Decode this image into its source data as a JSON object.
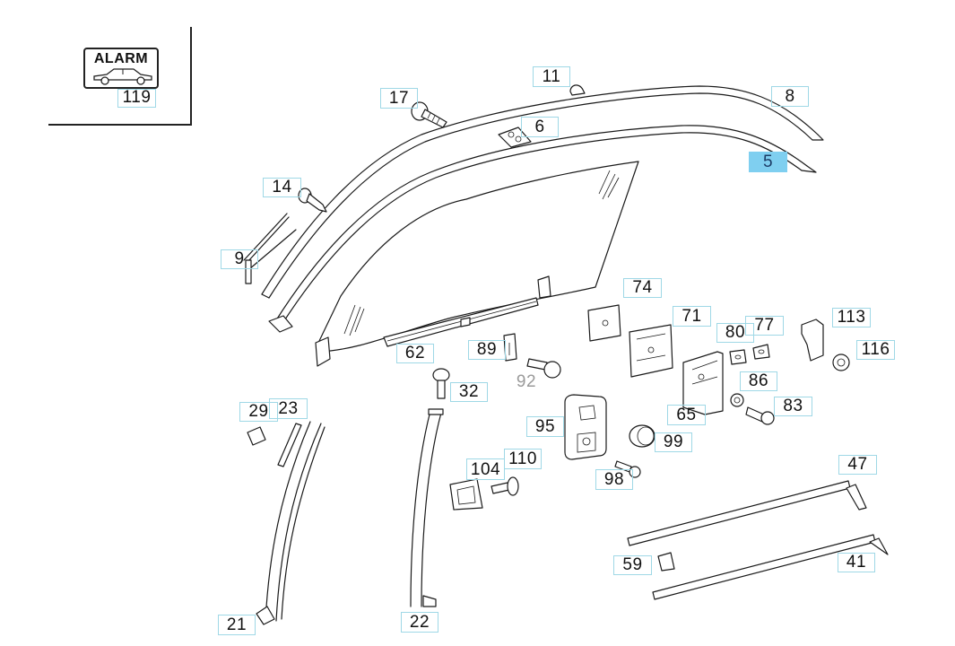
{
  "diagram": {
    "type": "exploded-parts-diagram",
    "subject": "front door window, window frame seals and window regulator parts",
    "selected_part": "5",
    "colors": {
      "line": "#1a1a1a",
      "label_border": "#9fd8e6",
      "label_selected_fill": "#7fcff0",
      "label_inactive_text": "#9a9a9a",
      "background": "#ffffff"
    }
  },
  "alarm_inset": {
    "badge_text": "ALARM",
    "icon": "car-icon",
    "part_number": "119"
  },
  "part_labels": [
    {
      "id": "p11",
      "number": "11",
      "state": "normal"
    },
    {
      "id": "p17",
      "number": "17",
      "state": "normal"
    },
    {
      "id": "p6",
      "number": "6",
      "state": "normal"
    },
    {
      "id": "p8",
      "number": "8",
      "state": "normal"
    },
    {
      "id": "p5",
      "number": "5",
      "state": "selected"
    },
    {
      "id": "p14",
      "number": "14",
      "state": "normal"
    },
    {
      "id": "p9",
      "number": "9",
      "state": "normal"
    },
    {
      "id": "p74",
      "number": "74",
      "state": "normal"
    },
    {
      "id": "p71",
      "number": "71",
      "state": "normal"
    },
    {
      "id": "p80",
      "number": "80",
      "state": "normal"
    },
    {
      "id": "p77",
      "number": "77",
      "state": "normal"
    },
    {
      "id": "p113",
      "number": "113",
      "state": "normal"
    },
    {
      "id": "p116",
      "number": "116",
      "state": "normal"
    },
    {
      "id": "p62",
      "number": "62",
      "state": "normal"
    },
    {
      "id": "p89",
      "number": "89",
      "state": "normal"
    },
    {
      "id": "p92",
      "number": "92",
      "state": "unavailable"
    },
    {
      "id": "p32",
      "number": "32",
      "state": "normal"
    },
    {
      "id": "p86",
      "number": "86",
      "state": "normal"
    },
    {
      "id": "p83",
      "number": "83",
      "state": "normal"
    },
    {
      "id": "p65",
      "number": "65",
      "state": "normal"
    },
    {
      "id": "p29",
      "number": "29",
      "state": "normal"
    },
    {
      "id": "p23",
      "number": "23",
      "state": "normal"
    },
    {
      "id": "p95",
      "number": "95",
      "state": "normal"
    },
    {
      "id": "p99",
      "number": "99",
      "state": "normal"
    },
    {
      "id": "p104",
      "number": "104",
      "state": "normal"
    },
    {
      "id": "p110",
      "number": "110",
      "state": "normal"
    },
    {
      "id": "p98",
      "number": "98",
      "state": "normal"
    },
    {
      "id": "p47",
      "number": "47",
      "state": "normal"
    },
    {
      "id": "p59",
      "number": "59",
      "state": "normal"
    },
    {
      "id": "p41",
      "number": "41",
      "state": "normal"
    },
    {
      "id": "p21",
      "number": "21",
      "state": "normal"
    },
    {
      "id": "p22",
      "number": "22",
      "state": "normal"
    }
  ]
}
